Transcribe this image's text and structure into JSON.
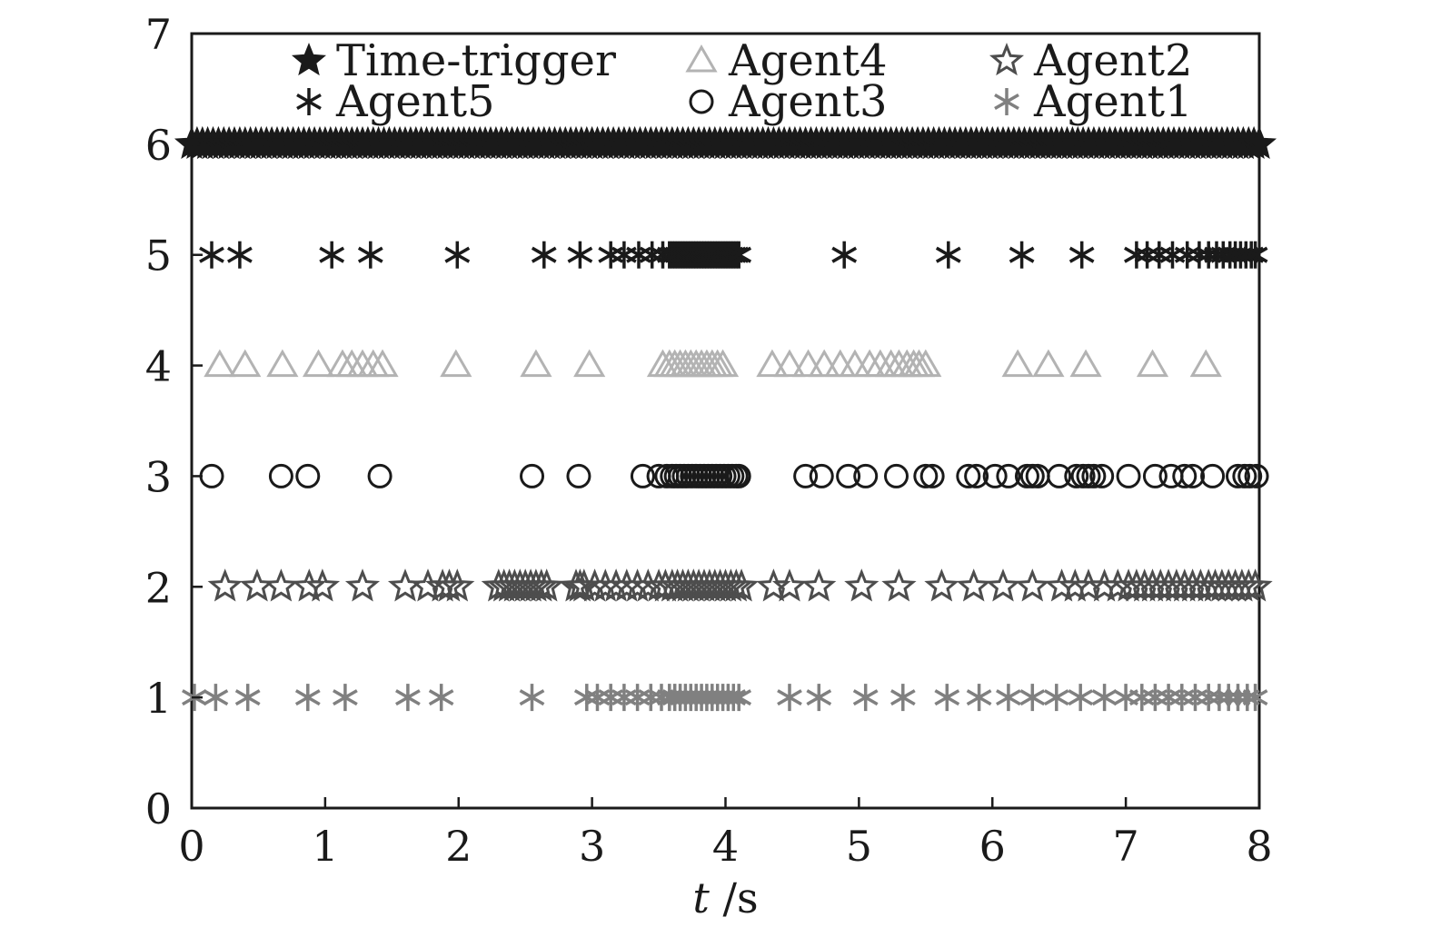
{
  "chart_data": {
    "type": "scatter",
    "xlabel_italic": "t",
    "xlabel_unit": " /s",
    "ylabel": "",
    "xlim": [
      0,
      8
    ],
    "ylim": [
      0,
      7
    ],
    "x_ticks": [
      0,
      1,
      2,
      3,
      4,
      5,
      6,
      7,
      8
    ],
    "y_ticks": [
      0,
      1,
      2,
      3,
      4,
      5,
      6,
      7
    ],
    "grid": false,
    "legend_placement": "top",
    "series": [
      {
        "name": "Time-trigger",
        "marker": "star",
        "color": "#1a1a1a",
        "fill": "#1a1a1a",
        "y": 6,
        "x": [
          0,
          0.04,
          0.08,
          0.12,
          0.16,
          0.2,
          0.24,
          0.28,
          0.32,
          0.36,
          0.4,
          0.44,
          0.48,
          0.52,
          0.56,
          0.6,
          0.64,
          0.68,
          0.72,
          0.76,
          0.8,
          0.84,
          0.88,
          0.92,
          0.96,
          1,
          1.04,
          1.08,
          1.12,
          1.16,
          1.2,
          1.24,
          1.28,
          1.32,
          1.36,
          1.4,
          1.44,
          1.48,
          1.52,
          1.56,
          1.6,
          1.64,
          1.68,
          1.72,
          1.76,
          1.8,
          1.84,
          1.88,
          1.92,
          1.96,
          2,
          2.04,
          2.08,
          2.12,
          2.16,
          2.2,
          2.24,
          2.28,
          2.32,
          2.36,
          2.4,
          2.44,
          2.48,
          2.52,
          2.56,
          2.6,
          2.64,
          2.68,
          2.72,
          2.76,
          2.8,
          2.84,
          2.88,
          2.92,
          2.96,
          3,
          3.04,
          3.08,
          3.12,
          3.16,
          3.2,
          3.24,
          3.28,
          3.32,
          3.36,
          3.4,
          3.44,
          3.48,
          3.52,
          3.56,
          3.6,
          3.64,
          3.68,
          3.72,
          3.76,
          3.8,
          3.84,
          3.88,
          3.92,
          3.96,
          4,
          4.04,
          4.08,
          4.12,
          4.16,
          4.2,
          4.24,
          4.28,
          4.32,
          4.36,
          4.4,
          4.44,
          4.48,
          4.52,
          4.56,
          4.6,
          4.64,
          4.68,
          4.72,
          4.76,
          4.8,
          4.84,
          4.88,
          4.92,
          4.96,
          5,
          5.04,
          5.08,
          5.12,
          5.16,
          5.2,
          5.24,
          5.28,
          5.32,
          5.36,
          5.4,
          5.44,
          5.48,
          5.52,
          5.56,
          5.6,
          5.64,
          5.68,
          5.72,
          5.76,
          5.8,
          5.84,
          5.88,
          5.92,
          5.96,
          6,
          6.04,
          6.08,
          6.12,
          6.16,
          6.2,
          6.24,
          6.28,
          6.32,
          6.36,
          6.4,
          6.44,
          6.48,
          6.52,
          6.56,
          6.6,
          6.64,
          6.68,
          6.72,
          6.76,
          6.8,
          6.84,
          6.88,
          6.92,
          6.96,
          7,
          7.04,
          7.08,
          7.12,
          7.16,
          7.2,
          7.24,
          7.28,
          7.32,
          7.36,
          7.4,
          7.44,
          7.48,
          7.52,
          7.56,
          7.6,
          7.64,
          7.68,
          7.72,
          7.76,
          7.8,
          7.84,
          7.88,
          7.92,
          7.96,
          8
        ]
      },
      {
        "name": "Agent5",
        "marker": "asterisk",
        "color": "#1a1a1a",
        "y": 5,
        "x": [
          0.15,
          0.36,
          1.05,
          1.34,
          1.99,
          2.64,
          2.91,
          3.14,
          3.24,
          3.35,
          3.45,
          3.53,
          3.58,
          3.6,
          3.62,
          3.64,
          3.66,
          3.68,
          3.7,
          3.72,
          3.74,
          3.76,
          3.78,
          3.8,
          3.82,
          3.84,
          3.86,
          3.88,
          3.9,
          3.92,
          3.94,
          3.96,
          3.98,
          4,
          4.02,
          4.04,
          4.06,
          4.08,
          4.1,
          4.89,
          5.67,
          6.22,
          6.67,
          7.08,
          7.16,
          7.25,
          7.35,
          7.46,
          7.55,
          7.62,
          7.68,
          7.73,
          7.78,
          7.82,
          7.86,
          7.9,
          7.94,
          7.97
        ]
      },
      {
        "name": "Agent4",
        "marker": "triangle",
        "color": "#b3b3b3",
        "y": 4,
        "x": [
          0.21,
          0.4,
          0.68,
          0.95,
          1.13,
          1.2,
          1.28,
          1.36,
          1.43,
          1.98,
          2.58,
          2.98,
          3.53,
          3.58,
          3.62,
          3.66,
          3.7,
          3.74,
          3.78,
          3.82,
          3.86,
          3.9,
          3.94,
          3.98,
          4.35,
          4.48,
          4.62,
          4.74,
          4.86,
          4.97,
          5.08,
          5.16,
          5.24,
          5.3,
          5.36,
          5.41,
          5.45,
          5.5,
          6.19,
          6.42,
          6.7,
          7.2,
          7.6
        ]
      },
      {
        "name": "Agent3",
        "marker": "circle",
        "color": "#1a1a1a",
        "y": 3,
        "x": [
          0.15,
          0.67,
          0.87,
          1.41,
          2.55,
          2.9,
          3.38,
          3.5,
          3.56,
          3.6,
          3.63,
          3.66,
          3.69,
          3.72,
          3.75,
          3.78,
          3.81,
          3.84,
          3.87,
          3.9,
          3.93,
          3.96,
          3.99,
          4.02,
          4.05,
          4.08,
          4.1,
          4.6,
          4.72,
          4.92,
          5.05,
          5.28,
          5.5,
          5.55,
          5.82,
          5.88,
          6.02,
          6.12,
          6.26,
          6.3,
          6.34,
          6.5,
          6.63,
          6.68,
          6.72,
          6.76,
          6.82,
          7.02,
          7.22,
          7.34,
          7.44,
          7.5,
          7.65,
          7.84,
          7.89,
          7.93,
          7.98
        ]
      },
      {
        "name": "Agent2",
        "marker": "star",
        "color": "#4d4d4d",
        "fill": "none",
        "y": 2,
        "x": [
          0.25,
          0.49,
          0.67,
          0.88,
          0.98,
          1.28,
          1.6,
          1.77,
          1.88,
          1.93,
          1.99,
          2.3,
          2.34,
          2.38,
          2.42,
          2.46,
          2.5,
          2.54,
          2.58,
          2.62,
          2.66,
          2.88,
          2.91,
          2.94,
          3.02,
          3.1,
          3.18,
          3.26,
          3.34,
          3.42,
          3.5,
          3.55,
          3.6,
          3.64,
          3.68,
          3.72,
          3.76,
          3.8,
          3.84,
          3.88,
          3.92,
          3.96,
          4,
          4.04,
          4.08,
          4.12,
          4.36,
          4.48,
          4.7,
          5.02,
          5.3,
          5.62,
          5.86,
          6.08,
          6.3,
          6.52,
          6.62,
          6.72,
          6.84,
          6.94,
          7.02,
          7.08,
          7.14,
          7.2,
          7.26,
          7.32,
          7.38,
          7.44,
          7.5,
          7.56,
          7.62,
          7.67,
          7.72,
          7.77,
          7.82,
          7.87,
          7.92,
          7.97
        ]
      },
      {
        "name": "Agent1",
        "marker": "asterisk",
        "color": "#808080",
        "y": 1,
        "x": [
          0.02,
          0.18,
          0.42,
          0.87,
          1.15,
          1.62,
          1.87,
          2.55,
          2.96,
          3.04,
          3.14,
          3.24,
          3.34,
          3.44,
          3.52,
          3.58,
          3.62,
          3.66,
          3.7,
          3.74,
          3.78,
          3.82,
          3.86,
          3.9,
          3.94,
          3.98,
          4.02,
          4.06,
          4.1,
          4.48,
          4.7,
          5.05,
          5.33,
          5.66,
          5.9,
          6.12,
          6.3,
          6.48,
          6.66,
          6.84,
          7.0,
          7.12,
          7.22,
          7.32,
          7.42,
          7.52,
          7.62,
          7.7,
          7.77,
          7.84,
          7.91,
          7.97
        ]
      }
    ]
  }
}
